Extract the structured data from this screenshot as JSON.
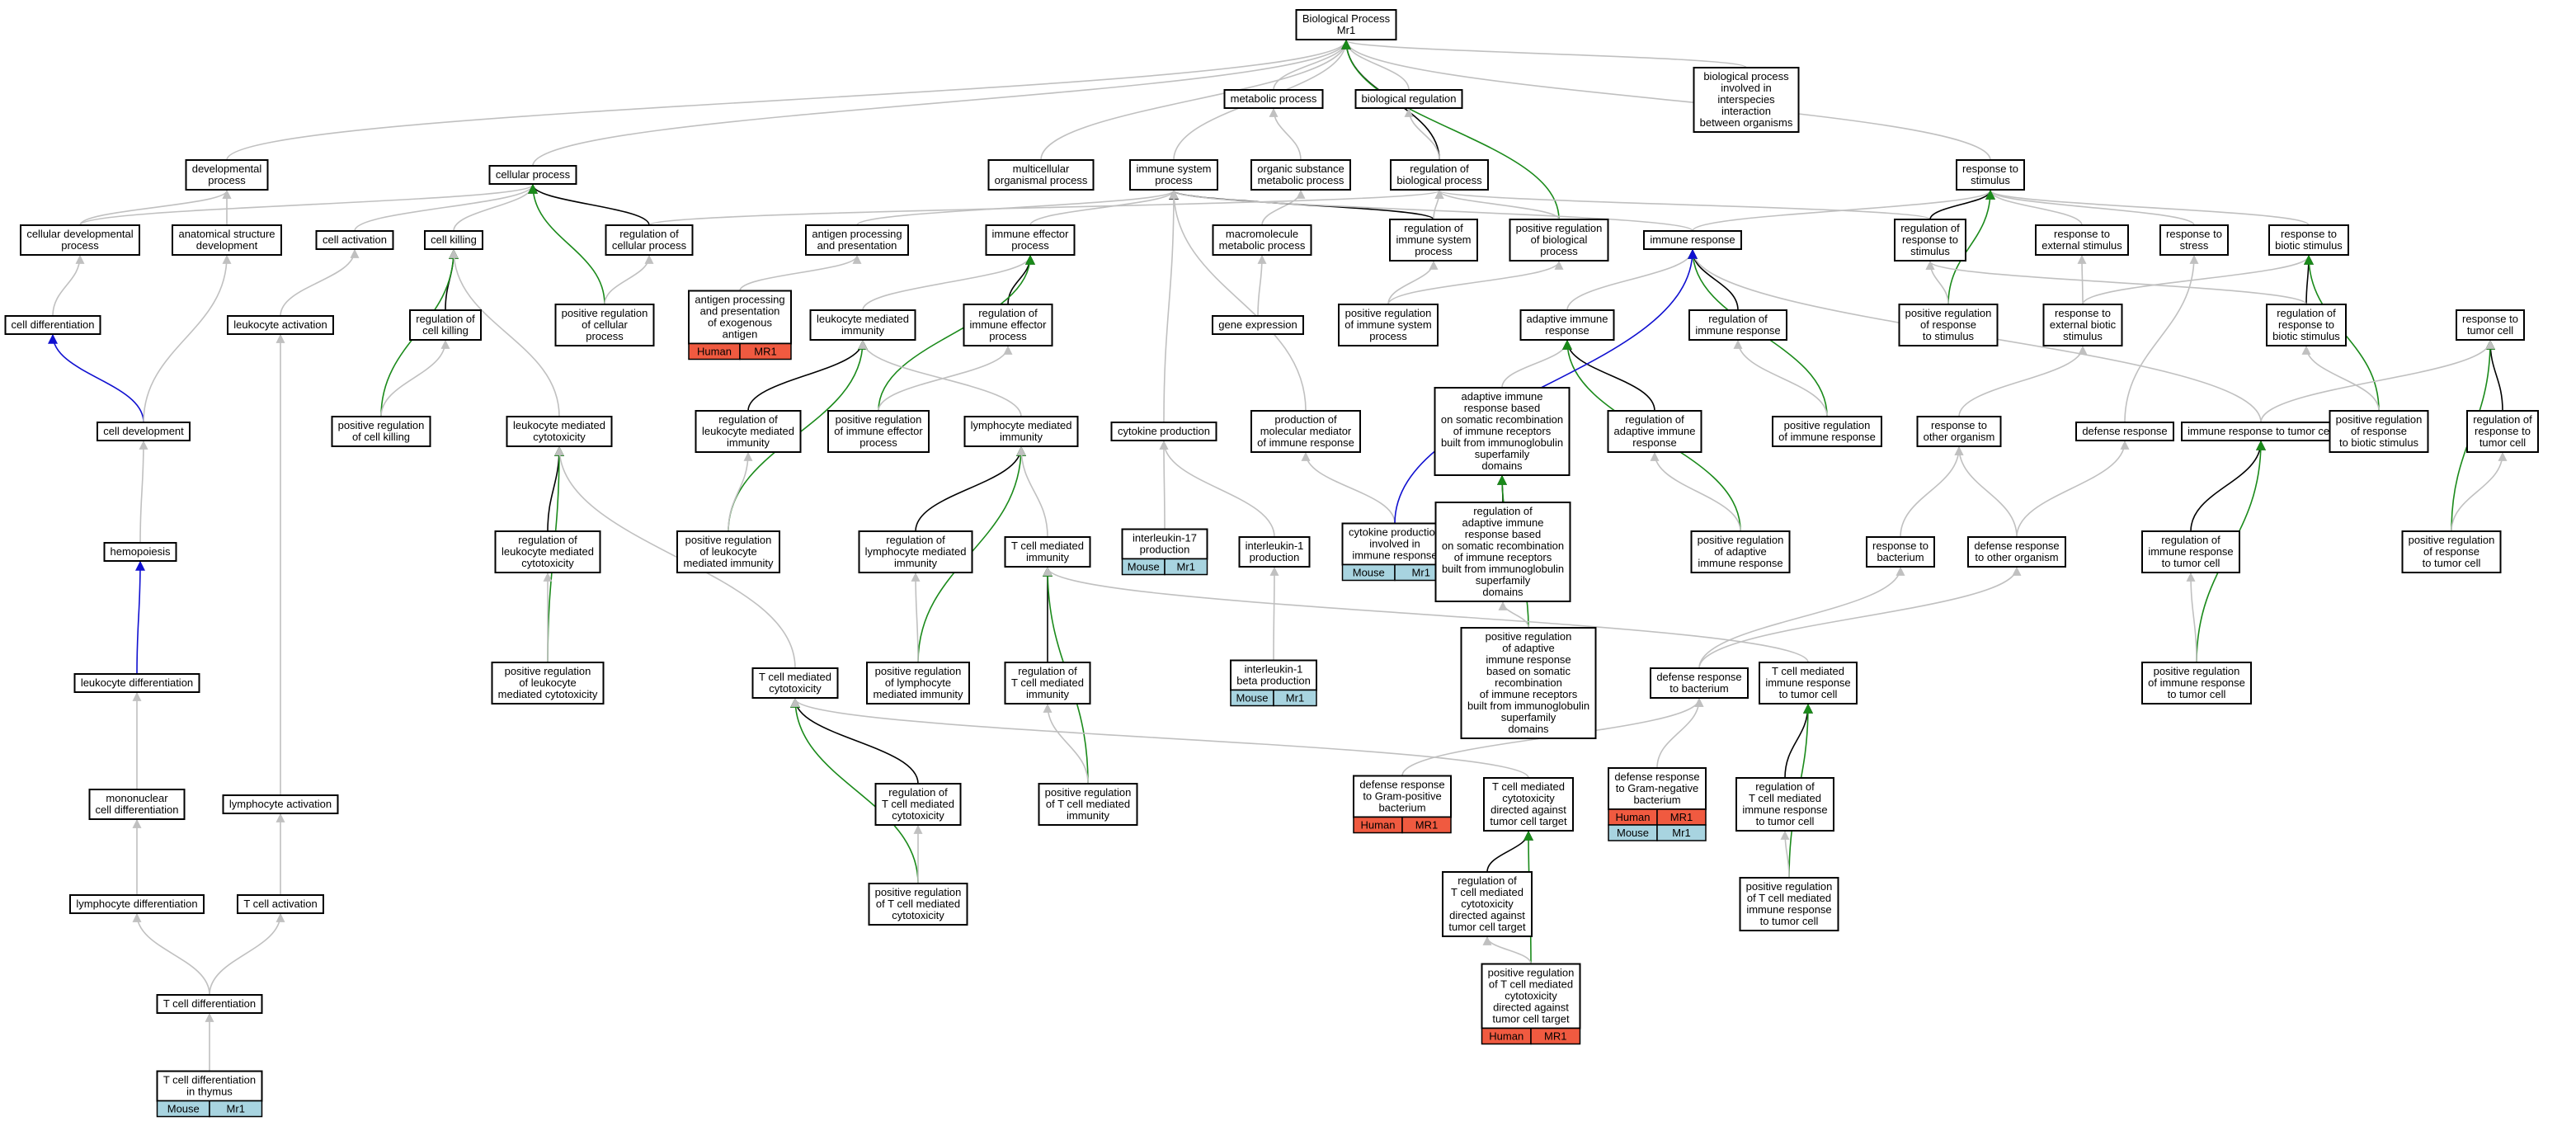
{
  "colors": {
    "gray_edge": "#c0c0c0",
    "black_edge": "#000000",
    "green_edge": "#1a8a1a",
    "blue_edge": "#1010d0",
    "tag_red": "#f05a40",
    "tag_blue": "#a8d4e0"
  },
  "nodes": {
    "bp": [
      "Biological Process",
      "Mr1"
    ],
    "metabolic": [
      "metabolic process"
    ],
    "bioreg": [
      "biological regulation"
    ],
    "interspecies": [
      "biological process",
      "involved in",
      "interspecies",
      "interaction",
      "between organisms"
    ],
    "devproc": [
      "developmental",
      "process"
    ],
    "cellproc": [
      "cellular process"
    ],
    "multicell": [
      "multicellular",
      "organismal process"
    ],
    "immsys": [
      "immune system",
      "process"
    ],
    "orgsub": [
      "organic substance",
      "metabolic process"
    ],
    "regbio": [
      "regulation of",
      "biological process"
    ],
    "respstim": [
      "response to",
      "stimulus"
    ],
    "celldevproc": [
      "cellular developmental",
      "process"
    ],
    "anatdev": [
      "anatomical structure",
      "development"
    ],
    "cellact": [
      "cell activation"
    ],
    "cellkill": [
      "cell killing"
    ],
    "regcellproc": [
      "regulation of",
      "cellular process"
    ],
    "antigenproc": [
      "antigen processing",
      "and presentation"
    ],
    "immeff": [
      "immune effector",
      "process"
    ],
    "macro": [
      "macromolecule",
      "metabolic process"
    ],
    "regimmsys": [
      "regulation of",
      "immune system",
      "process"
    ],
    "posregbio": [
      "positive regulation",
      "of biological",
      "process"
    ],
    "immresp": [
      "immune response"
    ],
    "regresp": [
      "regulation of",
      "response to",
      "stimulus"
    ],
    "respext": [
      "response to",
      "external stimulus"
    ],
    "respstress": [
      "response to",
      "stress"
    ],
    "respbiotic": [
      "response to",
      "biotic stimulus"
    ],
    "celldiff": [
      "cell differentiation"
    ],
    "leukact": [
      "leukocyte activation"
    ],
    "regcellkill": [
      "regulation of",
      "cell killing"
    ],
    "posregcell": [
      "positive regulation",
      "of cellular",
      "process"
    ],
    "antigenexo": [
      "antigen processing",
      "and presentation",
      "of exogenous",
      "antigen"
    ],
    "leukmed": [
      "leukocyte mediated",
      "immunity"
    ],
    "regimmeff": [
      "regulation of",
      "immune effector",
      "process"
    ],
    "geneexp": [
      "gene expression"
    ],
    "posregimmsys": [
      "positive regulation",
      "of immune system",
      "process"
    ],
    "adaptive": [
      "adaptive immune",
      "response"
    ],
    "regimmresp": [
      "regulation of",
      "immune response"
    ],
    "posregresp": [
      "positive regulation",
      "of response",
      "to stimulus"
    ],
    "respextbio": [
      "response to",
      "external biotic",
      "stimulus"
    ],
    "regrespbio": [
      "regulation of",
      "response to",
      "biotic stimulus"
    ],
    "resptumor": [
      "response to",
      "tumor cell"
    ],
    "celldev": [
      "cell development"
    ],
    "posregcellkill": [
      "positive regulation",
      "of cell killing"
    ],
    "leukcyto": [
      "leukocyte mediated",
      "cytotoxicity"
    ],
    "regleukimm": [
      "regulation of",
      "leukocyte mediated",
      "immunity"
    ],
    "posregimmeff": [
      "positive regulation",
      "of immune effector",
      "process"
    ],
    "lymphimm": [
      "lymphocyte mediated",
      "immunity"
    ],
    "cytoprod": [
      "cytokine production"
    ],
    "prodmol": [
      "production of",
      "molecular mediator",
      "of immune response"
    ],
    "adaptsomatic": [
      "adaptive immune",
      "response based",
      "on somatic recombination",
      "of immune receptors",
      "built from immunoglobulin",
      "superfamily",
      "domains"
    ],
    "regadaptive": [
      "regulation of",
      "adaptive immune",
      "response"
    ],
    "posregimmresp": [
      "positive regulation",
      "of immune response"
    ],
    "resporg": [
      "response to",
      "other organism"
    ],
    "defresp": [
      "defense response"
    ],
    "immtumor": [
      "immune response to tumor cell"
    ],
    "posregbiotic": [
      "positive regulation",
      "of response",
      "to biotic stimulus"
    ],
    "regresptumor": [
      "regulation of",
      "response to",
      "tumor cell"
    ],
    "hemo": [
      "hemopoiesis"
    ],
    "regleukcyto": [
      "regulation of",
      "leukocyte mediated",
      "cytotoxicity"
    ],
    "posregleukimm": [
      "positive regulation",
      "of leukocyte",
      "mediated immunity"
    ],
    "reglymphimm": [
      "regulation of",
      "lymphocyte mediated",
      "immunity"
    ],
    "tcellimm": [
      "T cell mediated",
      "immunity"
    ],
    "il17": [
      "interleukin-17",
      "production"
    ],
    "il1": [
      "interleukin-1",
      "production"
    ],
    "cytoimm": [
      "cytokine production",
      "involved in",
      "immune response"
    ],
    "regadaptsomatic": [
      "regulation of",
      "adaptive immune",
      "response based",
      "on somatic recombination",
      "of immune receptors",
      "built from immunoglobulin",
      "superfamily",
      "domains"
    ],
    "posregadaptive": [
      "positive regulation",
      "of adaptive",
      "immune response"
    ],
    "respbact": [
      "response to",
      "bacterium"
    ],
    "defother": [
      "defense response",
      "to other organism"
    ],
    "regimmtumor": [
      "regulation of",
      "immune response",
      "to tumor cell"
    ],
    "posregresptumor": [
      "positive regulation",
      "of response",
      "to tumor cell"
    ],
    "leukdiff": [
      "leukocyte differentiation"
    ],
    "posregleukcyto": [
      "positive regulation",
      "of leukocyte",
      "mediated cytotoxicity"
    ],
    "tcellcyto": [
      "T cell mediated",
      "cytotoxicity"
    ],
    "posreglymph": [
      "positive regulation",
      "of lymphocyte",
      "mediated immunity"
    ],
    "regtcellimm": [
      "regulation of",
      "T cell mediated",
      "immunity"
    ],
    "il1beta": [
      "interleukin-1",
      "beta production"
    ],
    "posregadaptsomatic": [
      "positive regulation",
      "of adaptive",
      "immune response",
      "based on somatic",
      "recombination",
      "of immune receptors",
      "built from immunoglobulin",
      "superfamily",
      "domains"
    ],
    "defbact": [
      "defense response",
      "to bacterium"
    ],
    "tcelltumor": [
      "T cell mediated",
      "immune response",
      "to tumor cell"
    ],
    "posregimmtumor": [
      "positive regulation",
      "of immune response",
      "to tumor cell"
    ],
    "mononuc": [
      "mononuclear",
      "cell differentiation"
    ],
    "lymphact": [
      "lymphocyte activation"
    ],
    "regtcellcyto": [
      "regulation of",
      "T cell mediated",
      "cytotoxicity"
    ],
    "posregtcellimm": [
      "positive regulation",
      "of T cell mediated",
      "immunity"
    ],
    "defgrampos": [
      "defense response",
      "to Gram-positive",
      "bacterium"
    ],
    "tcellcytotumor": [
      "T cell mediated",
      "cytotoxicity",
      "directed against",
      "tumor cell target"
    ],
    "defgramneg": [
      "defense response",
      "to Gram-negative",
      "bacterium"
    ],
    "regtcelltumor": [
      "regulation of",
      "T cell mediated",
      "immune response",
      "to tumor cell"
    ],
    "lymphdiff": [
      "lymphocyte differentiation"
    ],
    "tcellact": [
      "T cell activation"
    ],
    "posregtcellcyto": [
      "positive regulation",
      "of T cell mediated",
      "cytotoxicity"
    ],
    "regtcellcytotumor": [
      "regulation of",
      "T cell mediated",
      "cytotoxicity",
      "directed against",
      "tumor cell target"
    ],
    "posregtcelltumor": [
      "positive regulation",
      "of T cell mediated",
      "immune response",
      "to tumor cell"
    ],
    "tcelldiff": [
      "T cell differentiation"
    ],
    "posregtcellcytotumor": [
      "positive regulation",
      "of T cell mediated",
      "cytotoxicity",
      "directed against",
      "tumor cell target"
    ],
    "tcellthymus": [
      "T cell differentiation",
      "in thymus"
    ]
  },
  "tags": {
    "antigenexo": [
      [
        "Human",
        "MR1",
        "red"
      ]
    ],
    "il17": [
      [
        "Mouse",
        "Mr1",
        "blue"
      ]
    ],
    "cytoimm": [
      [
        "Mouse",
        "Mr1",
        "blue"
      ]
    ],
    "il1beta": [
      [
        "Mouse",
        "Mr1",
        "blue"
      ]
    ],
    "defgrampos": [
      [
        "Human",
        "MR1",
        "red"
      ]
    ],
    "defgramneg": [
      [
        "Human",
        "MR1",
        "red"
      ],
      [
        "Mouse",
        "Mr1",
        "blue"
      ]
    ],
    "posregtcellcytotumor": [
      [
        "Human",
        "MR1",
        "red"
      ]
    ],
    "tcellthymus": [
      [
        "Mouse",
        "Mr1",
        "blue"
      ]
    ]
  },
  "edges": [
    [
      "metabolic",
      "bp",
      "g"
    ],
    [
      "bioreg",
      "bp",
      "g"
    ],
    [
      "interspecies",
      "bp",
      "g"
    ],
    [
      "devproc",
      "bp",
      "g"
    ],
    [
      "cellproc",
      "bp",
      "g"
    ],
    [
      "multicell",
      "bp",
      "g"
    ],
    [
      "immsys",
      "bp",
      "g"
    ],
    [
      "respstim",
      "bp",
      "g"
    ],
    [
      "regbio",
      "bp",
      "k"
    ],
    [
      "posregbio",
      "bp",
      "G"
    ],
    [
      "orgsub",
      "metabolic",
      "g"
    ],
    [
      "regbio",
      "bioreg",
      "g"
    ],
    [
      "macro",
      "orgsub",
      "g"
    ],
    [
      "celldevproc",
      "devproc",
      "g"
    ],
    [
      "anatdev",
      "devproc",
      "g"
    ],
    [
      "celldevproc",
      "cellproc",
      "g"
    ],
    [
      "cellact",
      "cellproc",
      "g"
    ],
    [
      "cellkill",
      "cellproc",
      "g"
    ],
    [
      "regcellproc",
      "cellproc",
      "k"
    ],
    [
      "posregcell",
      "cellproc",
      "G"
    ],
    [
      "antigenproc",
      "immsys",
      "g"
    ],
    [
      "immeff",
      "immsys",
      "g"
    ],
    [
      "regimmsys",
      "immsys",
      "k"
    ],
    [
      "regimmsys",
      "regbio",
      "g"
    ],
    [
      "posregbio",
      "regbio",
      "g"
    ],
    [
      "regcellproc",
      "regbio",
      "g"
    ],
    [
      "regresp",
      "regbio",
      "g"
    ],
    [
      "immresp",
      "respstim",
      "g"
    ],
    [
      "regresp",
      "respstim",
      "k"
    ],
    [
      "respext",
      "respstim",
      "g"
    ],
    [
      "respstress",
      "respstim",
      "g"
    ],
    [
      "respbiotic",
      "respstim",
      "g"
    ],
    [
      "posregresp",
      "respstim",
      "G"
    ],
    [
      "immresp",
      "immsys",
      "g"
    ],
    [
      "celldiff",
      "celldevproc",
      "g"
    ],
    [
      "leukact",
      "cellact",
      "g"
    ],
    [
      "regcellkill",
      "cellkill",
      "k"
    ],
    [
      "posregcellkill",
      "cellkill",
      "G"
    ],
    [
      "posregcell",
      "regcellproc",
      "g"
    ],
    [
      "antigenexo",
      "antigenproc",
      "g"
    ],
    [
      "leukmed",
      "immeff",
      "g"
    ],
    [
      "regimmeff",
      "immeff",
      "k"
    ],
    [
      "posregimmeff",
      "immeff",
      "G"
    ],
    [
      "geneexp",
      "macro",
      "g"
    ],
    [
      "posregimmsys",
      "regimmsys",
      "g"
    ],
    [
      "posregimmsys",
      "posregbio",
      "g"
    ],
    [
      "adaptive",
      "immresp",
      "g"
    ],
    [
      "regimmresp",
      "immresp",
      "k"
    ],
    [
      "posregimmresp",
      "immresp",
      "G"
    ],
    [
      "posregresp",
      "regresp",
      "g"
    ],
    [
      "respextbio",
      "respext",
      "g"
    ],
    [
      "regrespbio",
      "respbiotic",
      "k"
    ],
    [
      "respextbio",
      "respbiotic",
      "g"
    ],
    [
      "posregbiotic",
      "respbiotic",
      "G"
    ],
    [
      "regrespbio",
      "regresp",
      "g"
    ],
    [
      "regresptumor",
      "resptumor",
      "k"
    ],
    [
      "posregresptumor",
      "resptumor",
      "G"
    ],
    [
      "celldev",
      "celldiff",
      "b"
    ],
    [
      "celldev",
      "anatdev",
      "g"
    ],
    [
      "posregcellkill",
      "regcellkill",
      "g"
    ],
    [
      "leukcyto",
      "cellkill",
      "g"
    ],
    [
      "regleukimm",
      "leukmed",
      "k"
    ],
    [
      "posregleukimm",
      "leukmed",
      "G"
    ],
    [
      "lymphimm",
      "leukmed",
      "g"
    ],
    [
      "posregimmeff",
      "regimmeff",
      "g"
    ],
    [
      "cytoprod",
      "immsys",
      "g"
    ],
    [
      "prodmol",
      "immsys",
      "g"
    ],
    [
      "adaptsomatic",
      "adaptive",
      "g"
    ],
    [
      "regadaptive",
      "adaptive",
      "k"
    ],
    [
      "posregadaptive",
      "adaptive",
      "G"
    ],
    [
      "posregimmresp",
      "regimmresp",
      "g"
    ],
    [
      "resporg",
      "respextbio",
      "g"
    ],
    [
      "defresp",
      "respstress",
      "g"
    ],
    [
      "immtumor",
      "immresp",
      "g"
    ],
    [
      "immtumor",
      "resptumor",
      "g"
    ],
    [
      "posregbiotic",
      "regrespbio",
      "g"
    ],
    [
      "hemo",
      "celldev",
      "g"
    ],
    [
      "regleukcyto",
      "leukcyto",
      "k"
    ],
    [
      "posregleukcyto",
      "leukcyto",
      "G"
    ],
    [
      "reglymphimm",
      "lymphimm",
      "k"
    ],
    [
      "posreglymph",
      "lymphimm",
      "G"
    ],
    [
      "tcellimm",
      "lymphimm",
      "g"
    ],
    [
      "il17",
      "cytoprod",
      "g"
    ],
    [
      "il1",
      "cytoprod",
      "g"
    ],
    [
      "cytoimm",
      "prodmol",
      "g"
    ],
    [
      "cytoimm",
      "immresp",
      "b"
    ],
    [
      "regadaptsomatic",
      "adaptsomatic",
      "k"
    ],
    [
      "posregadaptsomatic",
      "adaptsomatic",
      "G"
    ],
    [
      "posregadaptive",
      "regadaptive",
      "g"
    ],
    [
      "respbact",
      "resporg",
      "g"
    ],
    [
      "defother",
      "resporg",
      "g"
    ],
    [
      "defother",
      "defresp",
      "g"
    ],
    [
      "regimmtumor",
      "immtumor",
      "k"
    ],
    [
      "posregimmtumor",
      "immtumor",
      "G"
    ],
    [
      "posregresptumor",
      "regresptumor",
      "g"
    ],
    [
      "leukdiff",
      "hemo",
      "b"
    ],
    [
      "posregleukcyto",
      "regleukcyto",
      "g"
    ],
    [
      "posregleukimm",
      "regleukimm",
      "g"
    ],
    [
      "posreglymph",
      "reglymphimm",
      "g"
    ],
    [
      "regtcellimm",
      "tcellimm",
      "k"
    ],
    [
      "posregtcellimm",
      "tcellimm",
      "G"
    ],
    [
      "il1beta",
      "il1",
      "g"
    ],
    [
      "posregadaptsomatic",
      "regadaptsomatic",
      "g"
    ],
    [
      "defbact",
      "respbact",
      "g"
    ],
    [
      "defbact",
      "defother",
      "g"
    ],
    [
      "tcelltumor",
      "tcellimm",
      "g"
    ],
    [
      "tcellcyto",
      "leukcyto",
      "g"
    ],
    [
      "posregimmtumor",
      "regimmtumor",
      "g"
    ],
    [
      "mononuc",
      "leukdiff",
      "g"
    ],
    [
      "lymphact",
      "leukact",
      "g"
    ],
    [
      "regtcellcyto",
      "tcellcyto",
      "k"
    ],
    [
      "posregtcellcyto",
      "tcellcyto",
      "G"
    ],
    [
      "posregtcellimm",
      "regtcellimm",
      "g"
    ],
    [
      "defgrampos",
      "defbact",
      "g"
    ],
    [
      "tcellcytotumor",
      "tcellcyto",
      "g"
    ],
    [
      "defgramneg",
      "defbact",
      "g"
    ],
    [
      "regtcelltumor",
      "tcelltumor",
      "k"
    ],
    [
      "posregtcelltumor",
      "tcelltumor",
      "G"
    ],
    [
      "lymphdiff",
      "mononuc",
      "g"
    ],
    [
      "tcellact",
      "lymphact",
      "g"
    ],
    [
      "posregtcellcyto",
      "regtcellcyto",
      "g"
    ],
    [
      "regtcellcytotumor",
      "tcellcytotumor",
      "k"
    ],
    [
      "posregtcellcytotumor",
      "tcellcytotumor",
      "G"
    ],
    [
      "posregtcelltumor",
      "regtcelltumor",
      "g"
    ],
    [
      "tcelldiff",
      "lymphdiff",
      "g"
    ],
    [
      "tcelldiff",
      "tcellact",
      "g"
    ],
    [
      "posregtcellcytotumor",
      "regtcellcytotumor",
      "g"
    ],
    [
      "tcellthymus",
      "tcelldiff",
      "g"
    ]
  ]
}
